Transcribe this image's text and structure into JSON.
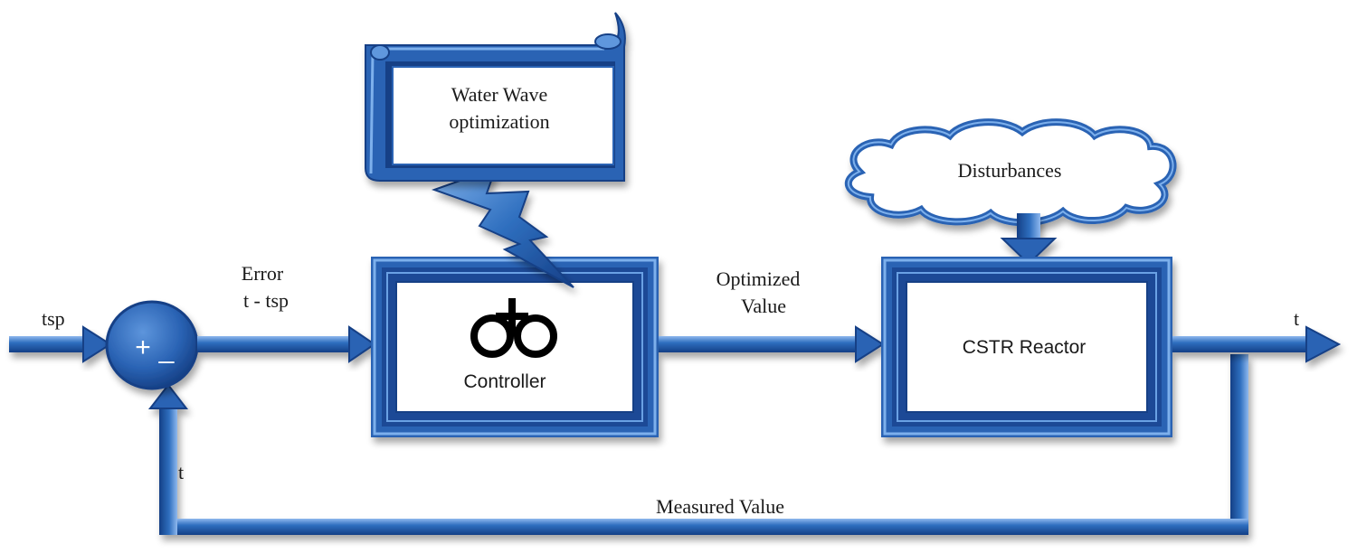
{
  "labels": {
    "setpoint_in": "tsp",
    "summer_plus": "+",
    "summer_minus": "_",
    "error_title": "Error",
    "error_expr": "t - tsp",
    "optimizer_line1": "Water Wave",
    "optimizer_line2": "optimization",
    "controller": "Controller",
    "optimized_line1": "Optimized",
    "optimized_line2": "Value",
    "disturbances": "Disturbances",
    "reactor": "CSTR Reactor",
    "output": "t",
    "feedback_t": "t",
    "measured": "Measured Value"
  },
  "icons": {
    "controller": "dual-loop-control-icon"
  },
  "colors": {
    "arrow_blue": "#2f6fbf",
    "arrow_dark": "#143f86",
    "frame_blue": "#2b64b4",
    "frame_light": "#5f97dd",
    "text": "#1a1a1a"
  }
}
